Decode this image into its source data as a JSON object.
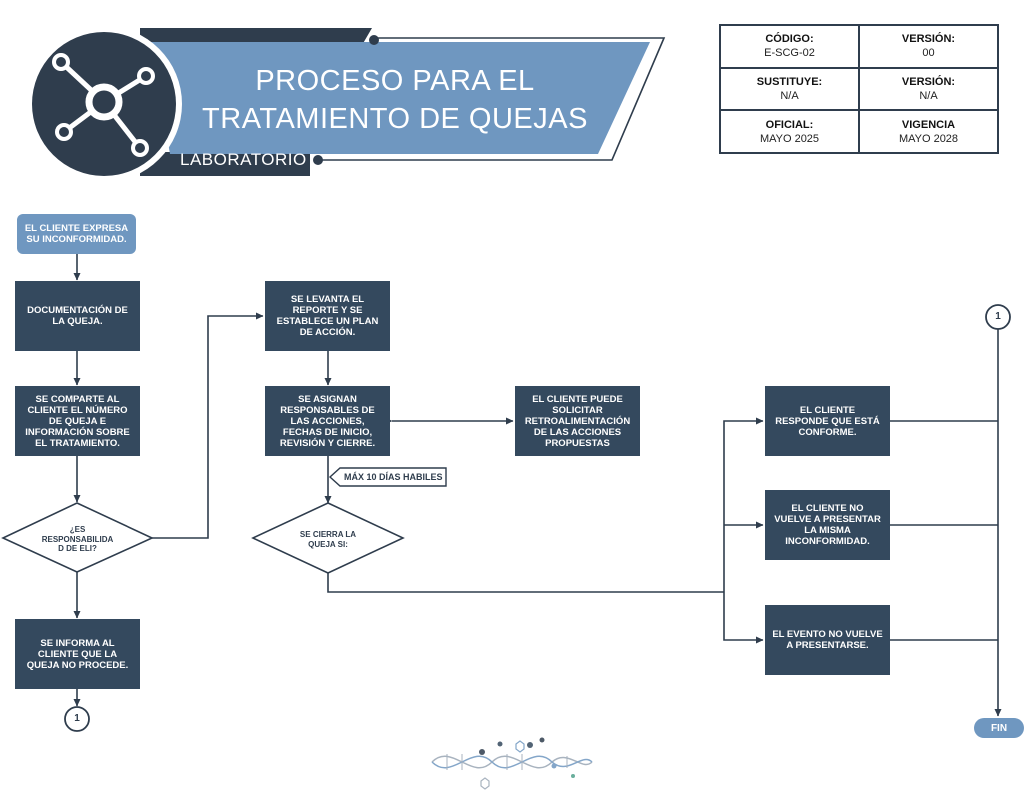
{
  "header": {
    "title_line1": "PROCESO PARA EL",
    "title_line2": "TRATAMIENTO DE QUEJAS",
    "subtitle": "LABORATORIO",
    "logo_icon": "molecule-icon"
  },
  "info_table": [
    [
      {
        "label": "CÓDIGO:",
        "value": "E-SCG-02"
      },
      {
        "label": "VERSIÓN:",
        "value": "00"
      }
    ],
    [
      {
        "label": "SUSTITUYE:",
        "value": "N/A"
      },
      {
        "label": "VERSIÓN:",
        "value": "N/A"
      }
    ],
    [
      {
        "label": "OFICIAL:",
        "value": "MAYO 2025"
      },
      {
        "label": "VIGENCIA",
        "value": "MAYO 2028"
      }
    ]
  ],
  "flow": {
    "start": "EL CLIENTE EXPRESA SU INCONFORMIDAD.",
    "documentacion": "DOCUMENTACIÓN DE LA QUEJA.",
    "comparte": "SE COMPARTE AL CLIENTE EL NÚMERO DE QUEJA E INFORMACIÓN SOBRE EL TRATAMIENTO.",
    "decision_responsabilidad": "¿ES RESPONSABILIDA D DE ELI?",
    "informa": "SE INFORMA AL CLIENTE QUE LA QUEJA NO PROCEDE.",
    "levanta": "SE LEVANTA EL REPORTE Y SE ESTABLECE UN PLAN DE ACCIÓN.",
    "asignan": "SE ASIGNAN RESPONSABLES DE LAS ACCIONES, FECHAS DE INICIO, REVISIÓN Y CIERRE.",
    "retro": "EL CLIENTE PUEDE SOLICITAR RETROALIMENTACIÓN DE LAS ACCIONES PROPUESTAS",
    "max_label": "MÁX 10 DÍAS HABILES",
    "decision_cierre": "SE CIERRA LA QUEJA SI:",
    "conforme": "EL CLIENTE RESPONDE QUE ESTÁ CONFORME.",
    "no_vuelve": "EL CLIENTE NO VUELVE A PRESENTAR LA MISMA INCONFORMIDAD.",
    "evento": "EL EVENTO NO VUELVE A PRESENTARSE.",
    "connector_bottom": "1",
    "connector_top": "1",
    "end": "FIN"
  },
  "colors": {
    "dark_box": "#34495e",
    "accent_blue": "#6f97c0",
    "line": "#2f3d4d"
  },
  "footer": {
    "decor_icon": "dna-helix-icon"
  }
}
